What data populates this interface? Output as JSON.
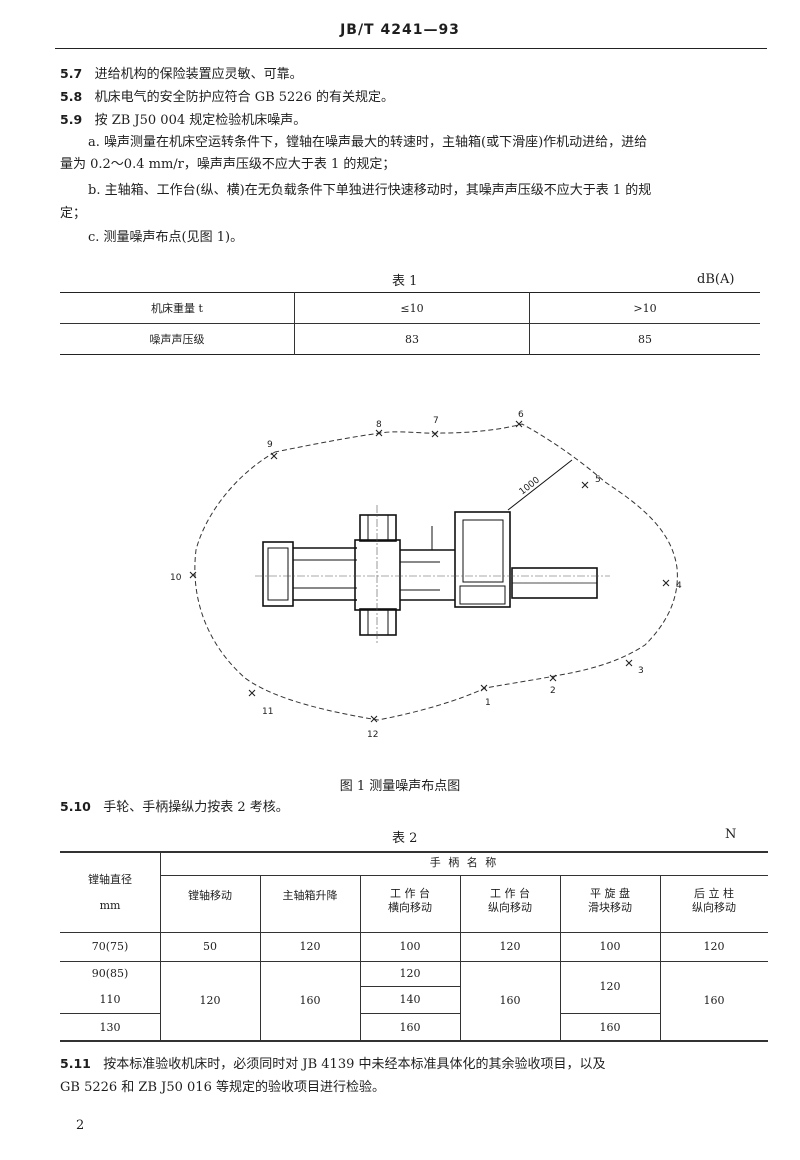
{
  "header": {
    "standard_code": "JB/T 4241—93"
  },
  "clauses": {
    "c57": {
      "num": "5.7",
      "text": "进给机构的保险装置应灵敏、可靠。"
    },
    "c58": {
      "num": "5.8",
      "text": "机床电气的安全防护应符合 GB 5226 的有关规定。"
    },
    "c59": {
      "num": "5.9",
      "text": "按 ZB J50 004 规定检验机床噪声。"
    },
    "c59a": {
      "line1": "a.  噪声测量在机床空运转条件下，镗轴在噪声最大的转速时，主轴箱(或下滑座)作机动进给，进给",
      "line2": "量为 0.2～0.4 mm/r，噪声声压级不应大于表 1 的规定；"
    },
    "c59b": {
      "line1": "b.  主轴箱、工作台(纵、横)在无负载条件下单独进行快速移动时，其噪声声压级不应大于表 1 的规",
      "line2": "定；"
    },
    "c59c": {
      "text": "c.  测量噪声布点(见图 1)。"
    },
    "c510": {
      "num": "5.10",
      "text": "手轮、手柄操纵力按表 2 考核。"
    },
    "c511": {
      "num": "5.11",
      "line1": "按本标准验收机床时，必须同时对 JB 4139 中未经本标准具体化的其余验收项目，以及",
      "line2": "GB 5226 和 ZB J50 016 等规定的验收项目进行检验。"
    }
  },
  "table1": {
    "title": "表 1",
    "unit": "dB(A)",
    "rows": [
      {
        "label": "机床重量  t",
        "values": [
          "≤10",
          ">10"
        ]
      },
      {
        "label": "噪声声压级",
        "values": [
          "83",
          "85"
        ]
      }
    ]
  },
  "figure1": {
    "caption": "图 1  测量噪声布点图",
    "dimension": "1000",
    "point_labels": [
      "1",
      "2",
      "3",
      "4",
      "5",
      "6",
      "7",
      "8",
      "9",
      "10",
      "11",
      "12"
    ]
  },
  "table2": {
    "title": "表 2",
    "unit": "N",
    "row_header": [
      "镗轴直径",
      "mm"
    ],
    "group_header": "手  柄  名  称",
    "columns": [
      [
        "镗轴移动"
      ],
      [
        "主轴箱升降"
      ],
      [
        "工 作 台",
        "横向移动"
      ],
      [
        "工 作 台",
        "纵向移动"
      ],
      [
        "平 旋 盘",
        "滑块移动"
      ],
      [
        "后 立 柱",
        "纵向移动"
      ]
    ],
    "diameters": [
      "70(75)",
      "90(85)",
      "110",
      "130"
    ],
    "cells": {
      "r1": [
        "50",
        "120",
        "100",
        "120",
        "100",
        "120"
      ],
      "spindle_move_90_130": "120",
      "headstock_lift_90_130": "160",
      "cross_table": [
        "120",
        "140",
        "160"
      ],
      "long_table_90_130": "160",
      "facing_slide_90_110": "120",
      "facing_slide_130": "160",
      "rear_column_90_130": "160"
    }
  },
  "footer": {
    "page_number": "2"
  }
}
